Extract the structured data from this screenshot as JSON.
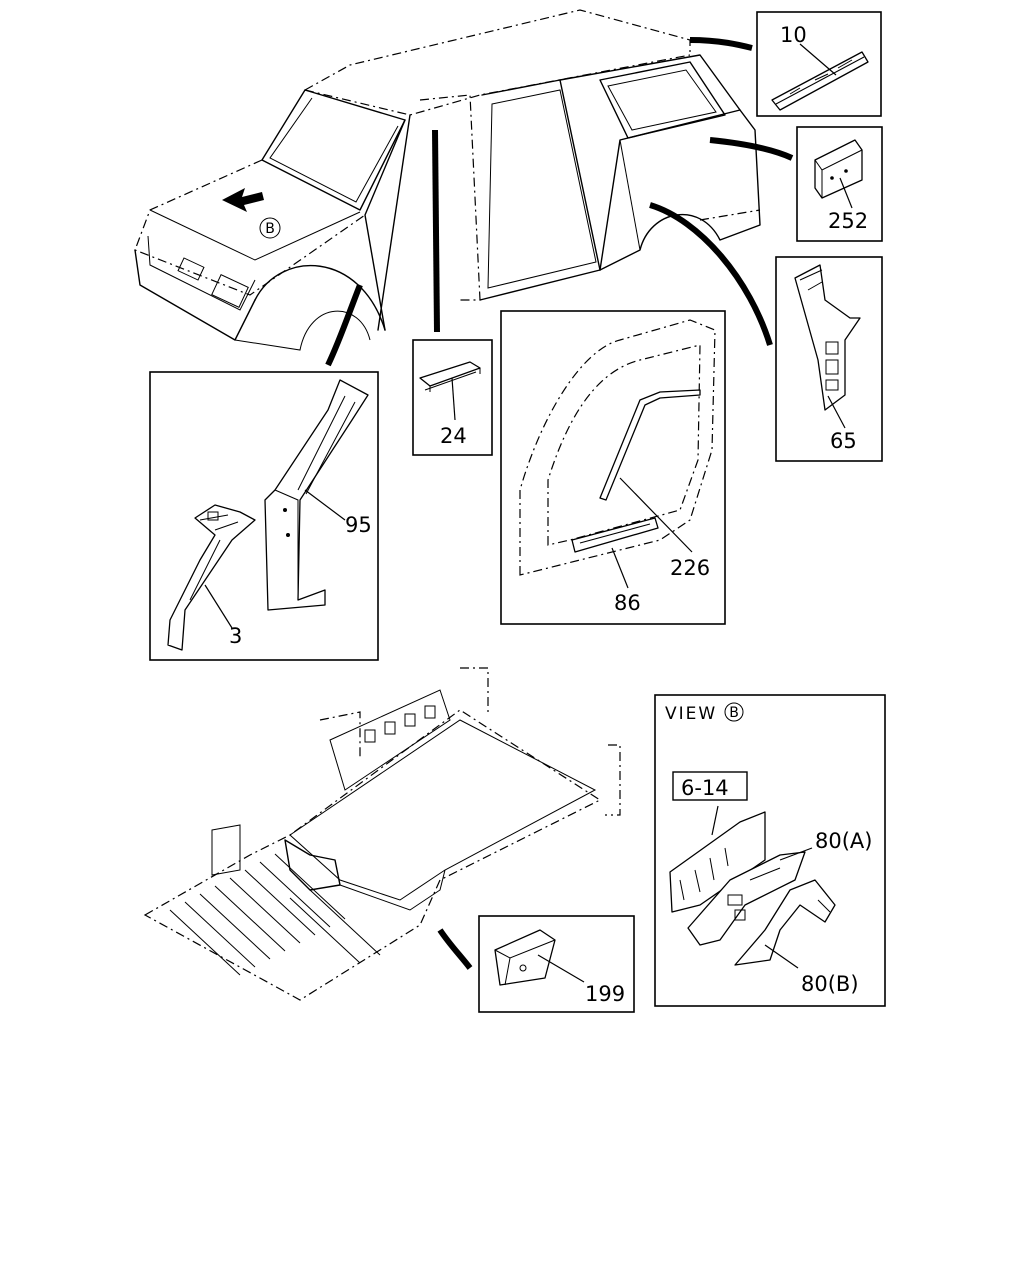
{
  "callouts": {
    "p10": "10",
    "p252": "252",
    "p65": "65",
    "p24": "24",
    "p95": "95",
    "p3": "3",
    "p226": "226",
    "p86": "86",
    "p199": "199",
    "p6_14": "6-14",
    "p80a": "80(A)",
    "p80b": "80(B)"
  },
  "view_b": {
    "title": "VIEW",
    "marker": "B"
  },
  "vehicle_marker": "B"
}
